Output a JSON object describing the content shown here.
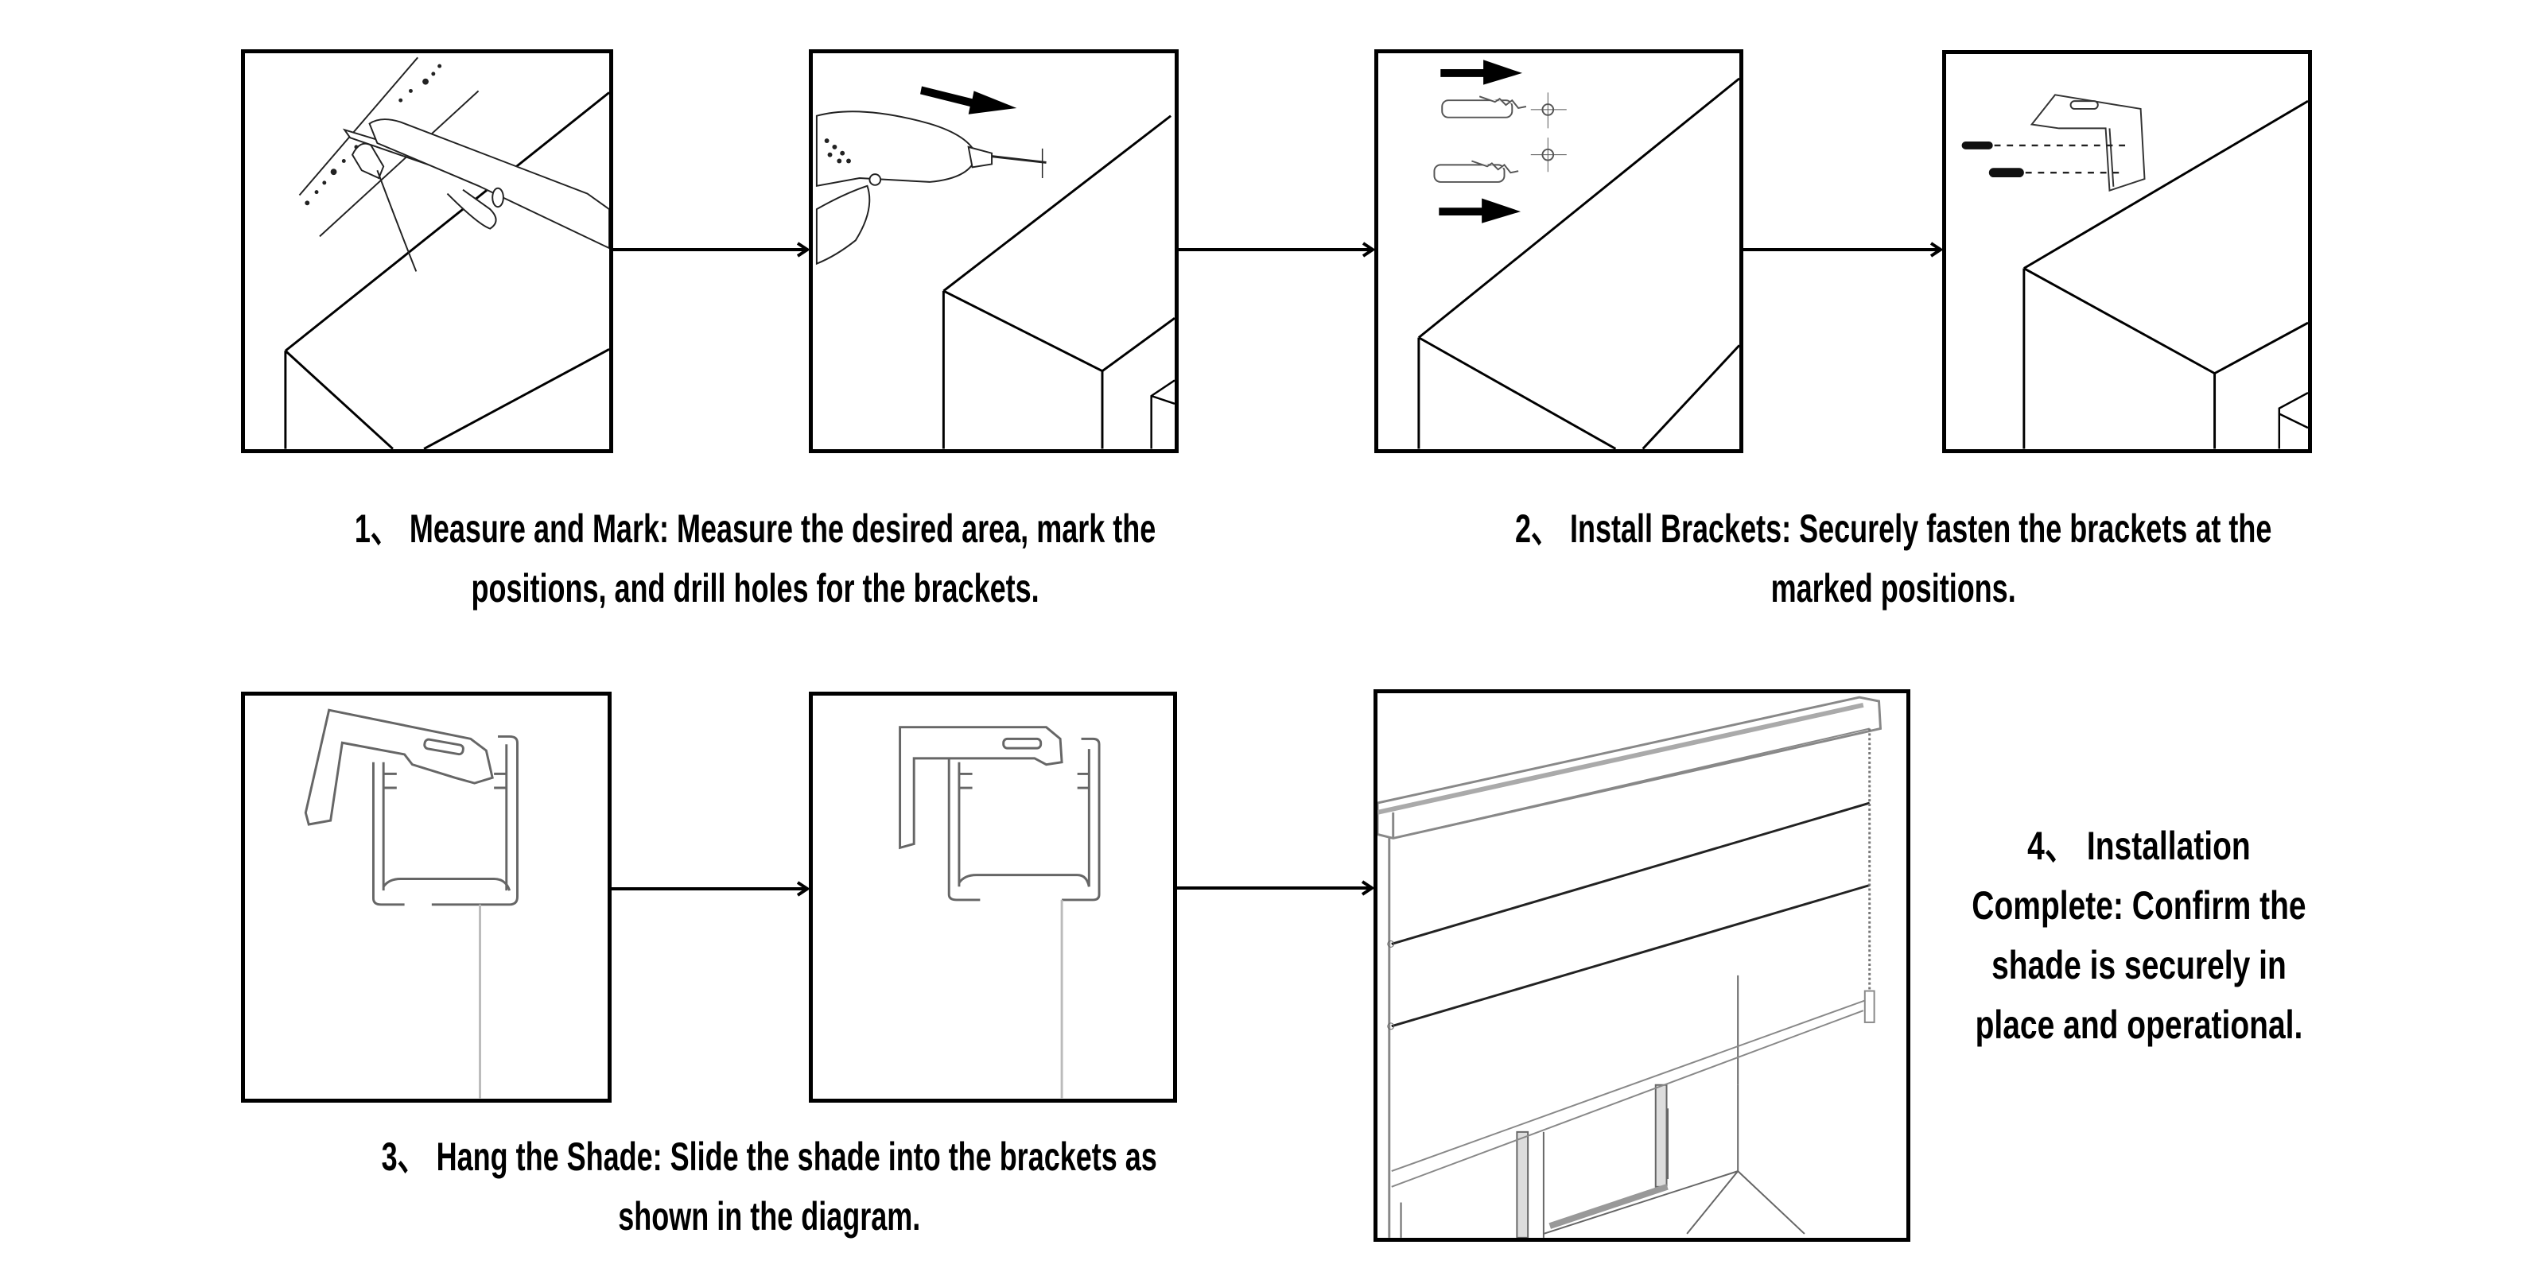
{
  "steps": [
    {
      "number": "1、",
      "title": "Measure and Mark:",
      "lines": [
        "Measure and Mark: Measure the desired area, mark the",
        "positions, and drill holes for the brackets."
      ],
      "panels": [
        "measure-mark-ruler",
        "drill-holes"
      ]
    },
    {
      "number": "2、",
      "title": "Install Brackets:",
      "lines": [
        "Install Brackets: Securely fasten the brackets at the",
        "marked positions."
      ],
      "panels": [
        "insert-wall-anchors",
        "screw-bracket"
      ]
    },
    {
      "number": "3、",
      "title": "Hang the Shade:",
      "lines": [
        "Hang the Shade: Slide the shade into the brackets as",
        "shown in the diagram."
      ],
      "panels": [
        "headrail-tilted-into-bracket",
        "headrail-clipped-in-bracket"
      ]
    },
    {
      "number": "4、",
      "title": "Installation Complete:",
      "lines": [
        "Installation",
        "Complete: Confirm the",
        "shade is securely in",
        "place and operational."
      ],
      "panels": [
        "installed-zebra-shade"
      ]
    }
  ],
  "flow_arrows": [
    {
      "from": "measure-mark-ruler",
      "to": "drill-holes"
    },
    {
      "from": "drill-holes",
      "to": "insert-wall-anchors"
    },
    {
      "from": "insert-wall-anchors",
      "to": "screw-bracket"
    },
    {
      "from": "headrail-tilted-into-bracket",
      "to": "headrail-clipped-in-bracket"
    },
    {
      "from": "headrail-clipped-in-bracket",
      "to": "installed-zebra-shade"
    }
  ],
  "colors": {
    "line": "#000000",
    "drawing_gray": "#555555",
    "light_gray": "#bdbdbd",
    "background": "#ffffff"
  }
}
